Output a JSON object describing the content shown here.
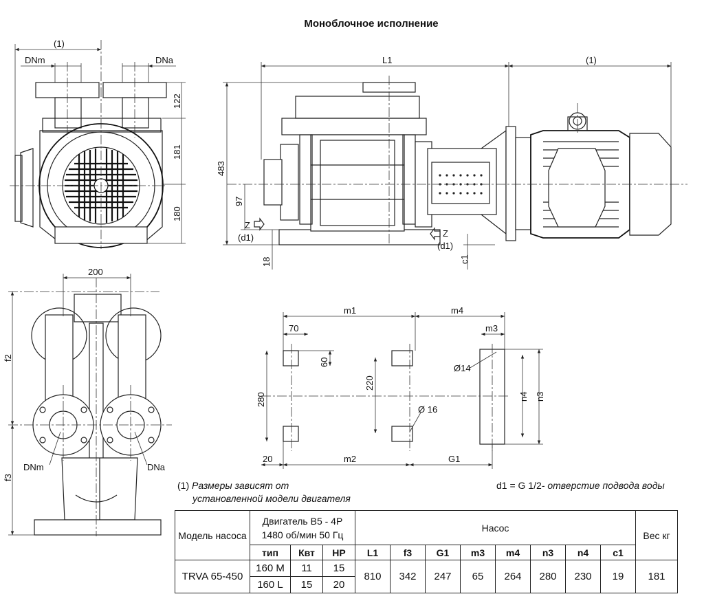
{
  "title": "Моноблочное исполнение",
  "labels": {
    "dnm": "DNm",
    "dna": "DNa",
    "note_ref": "(1)",
    "v122": "122",
    "v181": "181",
    "v180": "180",
    "l1": "L1",
    "v483": "483",
    "v97": "97",
    "v18": "18",
    "z": "Z",
    "d1": "(d1)",
    "c1": "c1",
    "v200": "200",
    "f2": "f2",
    "f3": "f3",
    "m1": "m1",
    "m4": "m4",
    "m3": "m3",
    "m2": "m2",
    "g1": "G1",
    "v70": "70",
    "v60": "60",
    "v280": "280",
    "v220": "220",
    "v20": "20",
    "d14": "Ø14",
    "d16": "Ø 16",
    "n4": "n4",
    "n3": "n3"
  },
  "notes": {
    "num": "(1)",
    "dep_line1": "Размеры зависят от",
    "dep_line2": "установленной модели двигателя",
    "d1_prefix": "d1 = G 1/2",
    "d1_text": "- отверстие подвода воды"
  },
  "table": {
    "model_header": "Модель насоса",
    "motor_header_1": "Двигатель B5 - 4P",
    "motor_header_2": "1480 об/мин 50 Гц",
    "pump_header": "Насос",
    "weight_header": "Вес кг",
    "col_type": "тип",
    "col_kw": "Квт",
    "col_hp": "HP",
    "col_l1": "L1",
    "col_f3": "f3",
    "col_g1": "G1",
    "col_m3": "m3",
    "col_m4": "m4",
    "col_n3": "n3",
    "col_n4": "n4",
    "col_c1": "c1",
    "model": "TRVA 65-450",
    "row1": {
      "type": "160 M",
      "kw": "11",
      "hp": "15"
    },
    "row2": {
      "type": "160 L",
      "kw": "15",
      "hp": "20"
    },
    "l1": "810",
    "f3": "342",
    "g1": "247",
    "m3": "65",
    "m4": "264",
    "n3": "280",
    "n4": "230",
    "c1": "19",
    "weight": "181"
  }
}
